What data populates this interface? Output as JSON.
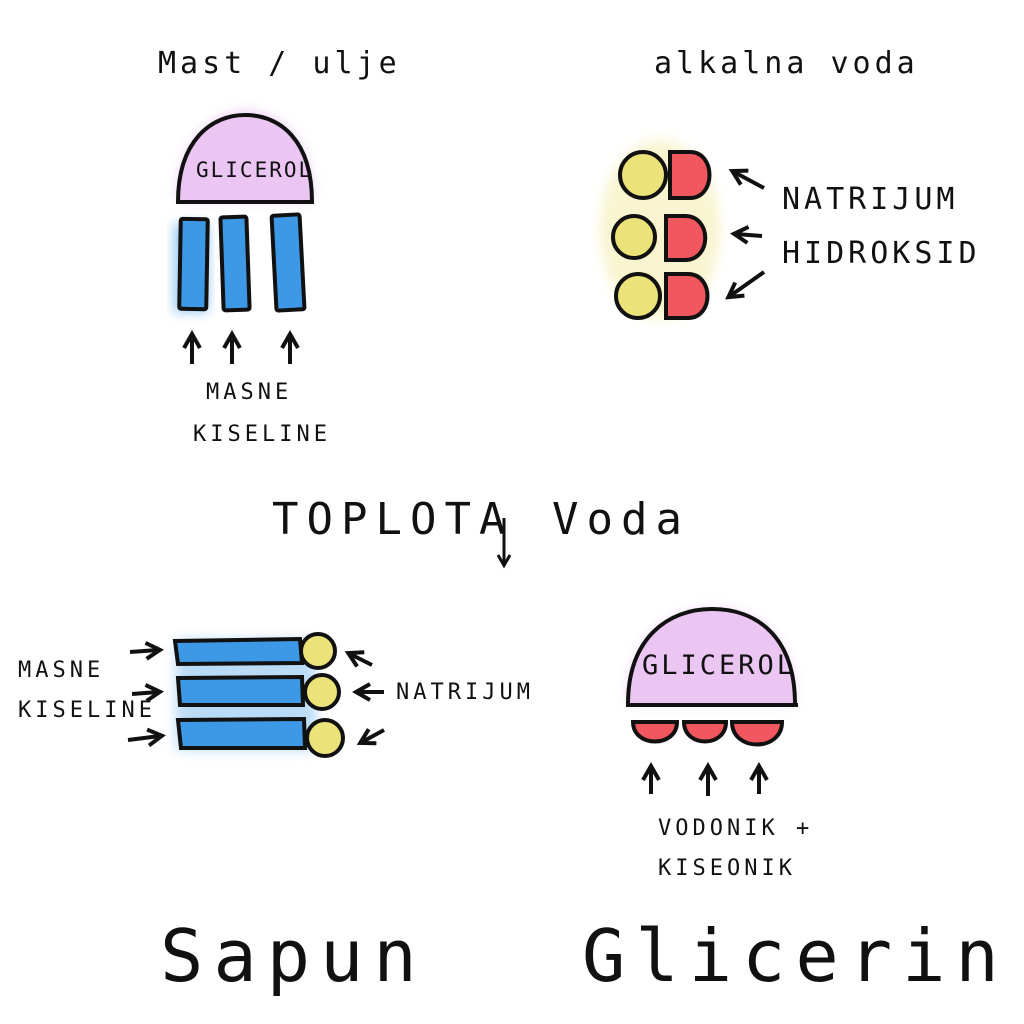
{
  "top_left": {
    "title": "Mast / ulje",
    "cap_label": "GLICEROL",
    "arrow_label_1": "MASNE",
    "arrow_label_2": "KISELINE"
  },
  "top_right": {
    "title": "alkalna voda",
    "label_1": "NATRIJUM",
    "label_2": "HIDROKSID"
  },
  "middle": {
    "left": "TOPLOTA",
    "right": "Voda"
  },
  "bottom_left": {
    "left_label_1": "MASNE",
    "left_label_2": "KISELINE",
    "right_label": "NATRIJUM",
    "result": "Sapun"
  },
  "bottom_right": {
    "cap_label": "GLICEROL",
    "arrow_label_1": "VODONIK +",
    "arrow_label_2": "KISEONIK",
    "result": "Glicerin"
  },
  "colors": {
    "purple": "#e3b2ee",
    "blue": "#3d99e6",
    "yellow": "#ece27a",
    "red": "#f0575f",
    "outline": "#111111"
  }
}
